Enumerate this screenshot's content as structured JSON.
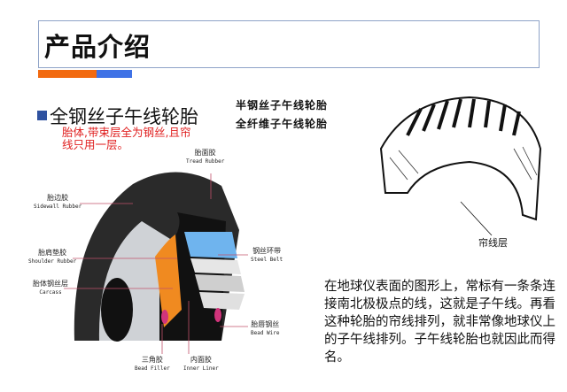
{
  "title": "产品介绍",
  "accent_colors": {
    "orange": "#f26a10",
    "blue": "#3f72e6",
    "bullet": "#2f52a0",
    "red_text": "#e02020"
  },
  "subtitle": "全钢丝子午线轮胎",
  "subtitle_note": "胎体,带束层全为钢丝,且帘线只用一层。",
  "tire_types": [
    "半钢丝子午线轮胎",
    "全纤维子午线轮胎"
  ],
  "tire_labels": [
    {
      "zh": "胎面胶",
      "en": "Tread Rubber"
    },
    {
      "zh": "胎边胶",
      "en": "Sidewall Rubber"
    },
    {
      "zh": "胎肩垫胶",
      "en": "Shoulder Rubber"
    },
    {
      "zh": "胎体钢丝层",
      "en": "Carcass"
    },
    {
      "zh": "钢丝环带",
      "en": "Steel Belt"
    },
    {
      "zh": "胎唇钢丝",
      "en": "Bead Wire"
    },
    {
      "zh": "三角胶",
      "en": "Bead Filler"
    },
    {
      "zh": "内面胶",
      "en": "Inner Liner"
    }
  ],
  "sketch_label": "帘线层",
  "paragraph": "在地球仪表面的图形上，常标有一条条连接南北极极点的线，这就是子午线。再看这种轮胎的帘线排列，就非常像地球仪上的子午线排列。子午线轮胎也就因此而得名。"
}
